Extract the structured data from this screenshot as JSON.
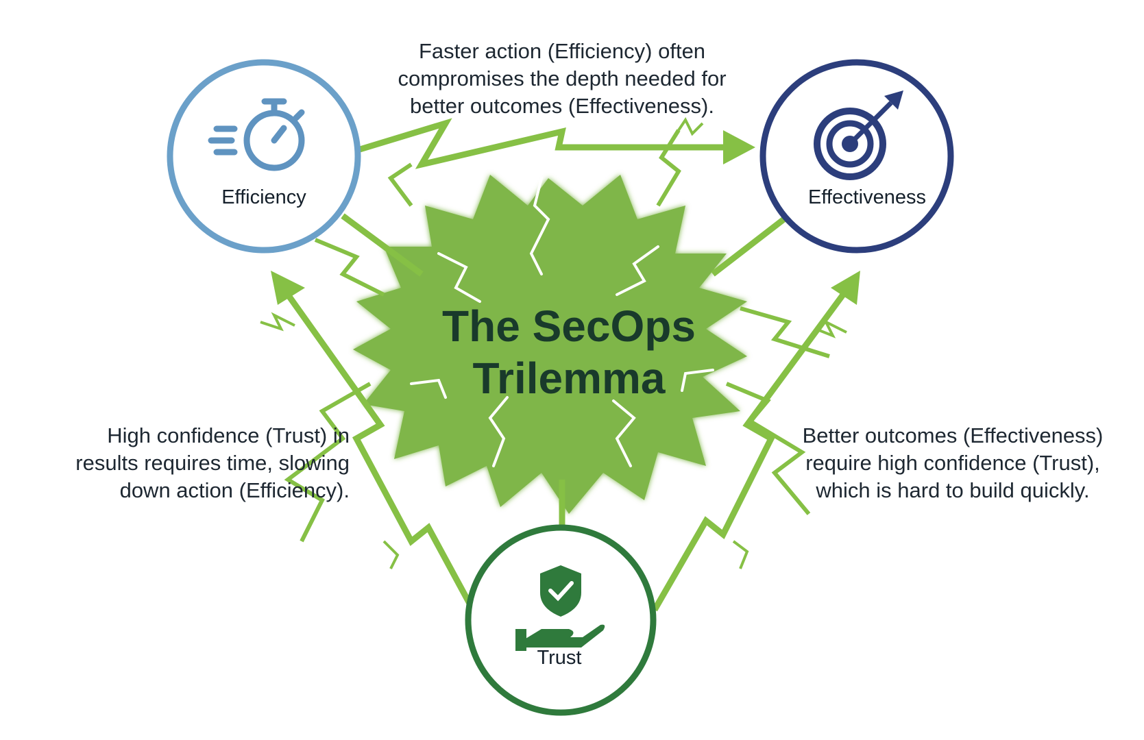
{
  "title": {
    "line1": "The SecOps",
    "line2": "Trilemma"
  },
  "nodes": {
    "efficiency": {
      "label": "Efficiency",
      "icon": "stopwatch-icon",
      "color": "#6ba0c9"
    },
    "effectiveness": {
      "label": "Effectiveness",
      "icon": "target-icon",
      "color": "#2c3e7c"
    },
    "trust": {
      "label": "Trust",
      "icon": "shield-hand-icon",
      "color": "#2f7a3c"
    }
  },
  "captions": {
    "top": [
      "Faster action (Efficiency) often",
      "compromises the depth needed for",
      "better outcomes (Effectiveness)."
    ],
    "left": [
      "High confidence (Trust) in",
      "results requires time, slowing",
      "down action (Efficiency)."
    ],
    "right": [
      "Better outcomes (Effectiveness)",
      "require high confidence (Trust),",
      "which is hard to build quickly."
    ]
  },
  "colors": {
    "burst": "#7fb648",
    "arrow": "#86c045",
    "text": "#1d2731",
    "title": "#193a2b"
  }
}
